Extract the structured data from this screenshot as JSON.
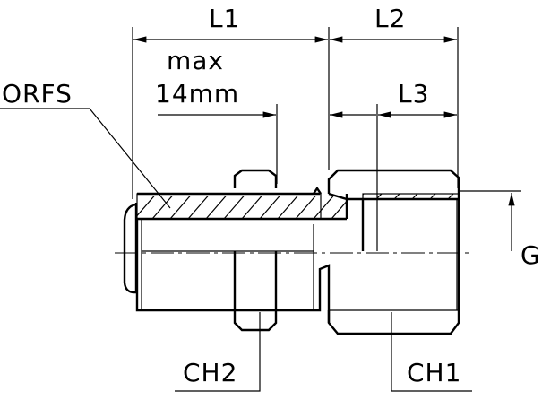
{
  "labels": {
    "L1": "L1",
    "L2": "L2",
    "L3": "L3",
    "max": "max",
    "max_value": "14mm",
    "ORFS": "ORFS",
    "G": "G",
    "CH1": "CH1",
    "CH2": "CH2"
  }
}
